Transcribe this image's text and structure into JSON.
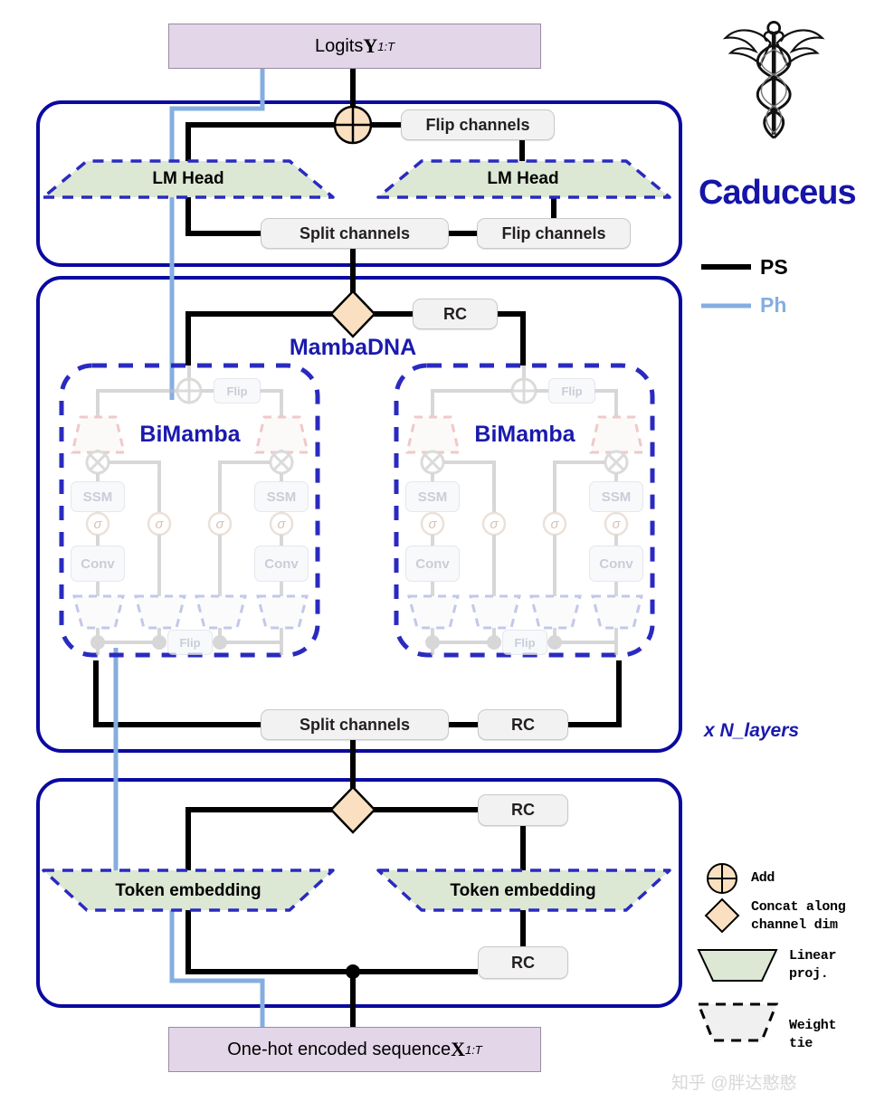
{
  "diagram": {
    "title": "Caduceus architecture",
    "top_data_box": {
      "text": "Logits ",
      "symbol": "Y",
      "subscript": "1:T"
    },
    "bottom_data_box": {
      "text": "One-hot encoded sequence ",
      "symbol": "X",
      "subscript": "1:T"
    },
    "blocks": [
      {
        "name": "lm-head-block",
        "title": ""
      },
      {
        "name": "mambadna-block",
        "title": "MambaDNA"
      },
      {
        "name": "embedding-block",
        "title": ""
      }
    ],
    "lm_head_left": "LM Head",
    "lm_head_right": "LM Head",
    "flip_channels_top": "Flip channels",
    "flip_channels_bottom": "Flip channels",
    "split_channels_top": "Split channels",
    "split_channels_bottom": "Split channels",
    "rc_mamba": "RC",
    "rc_embed_top": "RC",
    "rc_embed_bottom": "RC",
    "mambadna_title": "MambaDNA",
    "bimamba_left_title": "BiMamba",
    "bimamba_right_title": "BiMamba",
    "token_embedding_left": "Token embedding",
    "token_embedding_right": "Token embedding",
    "n_layers_note": "x N_layers",
    "bimamba_internal": {
      "flip_top": "Flip",
      "flip_bottom": "Flip",
      "ssm": "SSM",
      "conv": "Conv",
      "sigma": "σ"
    }
  },
  "logo": {
    "name": "Caduceus",
    "icon": "caduceus-icon"
  },
  "line_legend": [
    {
      "label": "PS",
      "color": "#000000"
    },
    {
      "label": "Ph",
      "color": "#85AEE0"
    }
  ],
  "symbol_legend": [
    {
      "icon": "add-circle-icon",
      "label": "Add"
    },
    {
      "icon": "concat-diamond-icon",
      "label": "Concat along\nchannel dim"
    },
    {
      "icon": "linear-proj-trapezoid-icon",
      "label": "Linear\nproj."
    },
    {
      "icon": "weight-tie-dashed-trapezoid-icon",
      "label": "Weight\ntie"
    }
  ],
  "legend_lines": {
    "concat_l1": "Concat along",
    "concat_l2": "channel dim",
    "linear_l1": "Linear",
    "linear_l2": "proj.",
    "weight_l1": "Weight",
    "weight_l2": "tie",
    "add": "Add"
  },
  "watermark": "知乎 @胖达憨憨",
  "colors": {
    "block_border": "#0A0AA0",
    "dashed_blue": "#2A2AC0",
    "green_fill": "#DCE8D4",
    "purple_fill": "#E3D6E8",
    "peach_fill": "#FAE0C0",
    "ps_line": "#000000",
    "ph_line": "#85AEE0",
    "faded_grey": "#BFBFBF",
    "brand_blue": "#1515A8"
  }
}
